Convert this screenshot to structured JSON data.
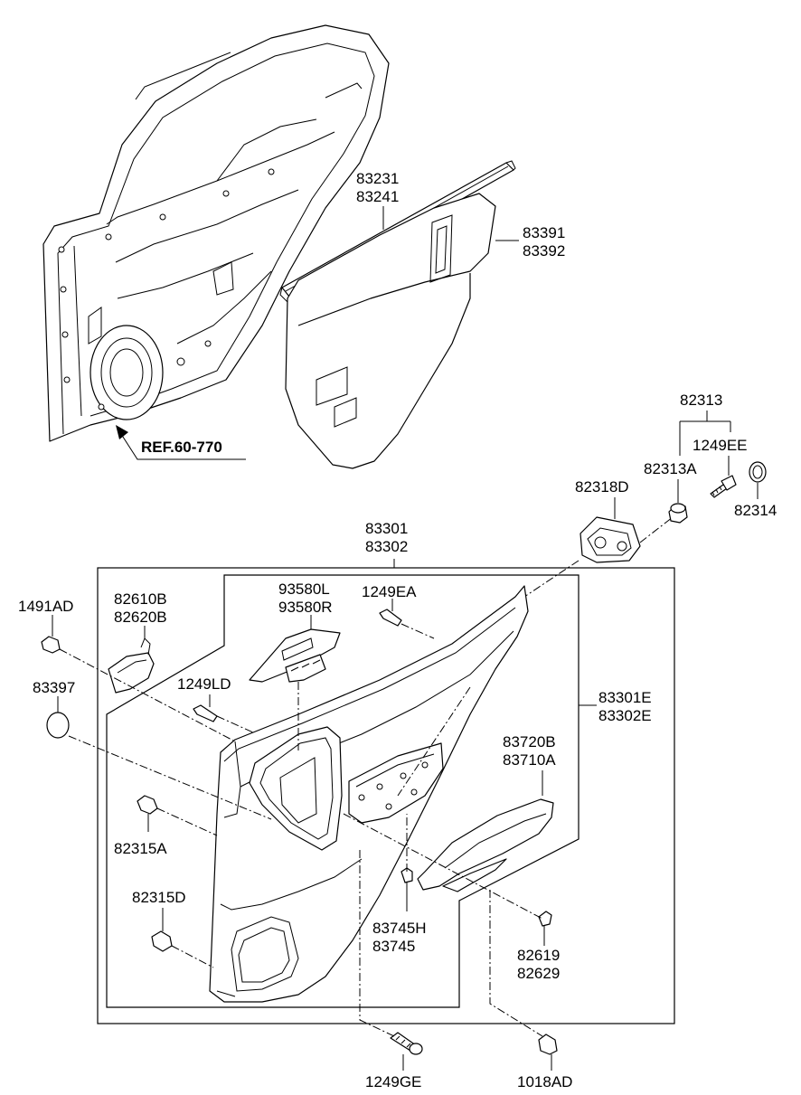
{
  "diagram": {
    "labels": {
      "p83231": "83231",
      "p83241": "83241",
      "p83391": "83391",
      "p83392": "83392",
      "ref": "REF.60-770",
      "p82313": "82313",
      "p1249EE": "1249EE",
      "p82313A": "82313A",
      "p82318D": "82318D",
      "p82314": "82314",
      "p83301": "83301",
      "p83302": "83302",
      "p1491AD": "1491AD",
      "p82610B": "82610B",
      "p82620B": "82620B",
      "p93580L": "93580L",
      "p93580R": "93580R",
      "p1249EA": "1249EA",
      "p83397": "83397",
      "p1249LD": "1249LD",
      "p83301E": "83301E",
      "p83302E": "83302E",
      "p83720B": "83720B",
      "p83710A": "83710A",
      "p82315A": "82315A",
      "p82315D": "82315D",
      "p83745H": "83745H",
      "p83745": "83745",
      "p82619": "82619",
      "p82629": "82629",
      "p1249GE": "1249GE",
      "p1018AD": "1018AD"
    }
  }
}
